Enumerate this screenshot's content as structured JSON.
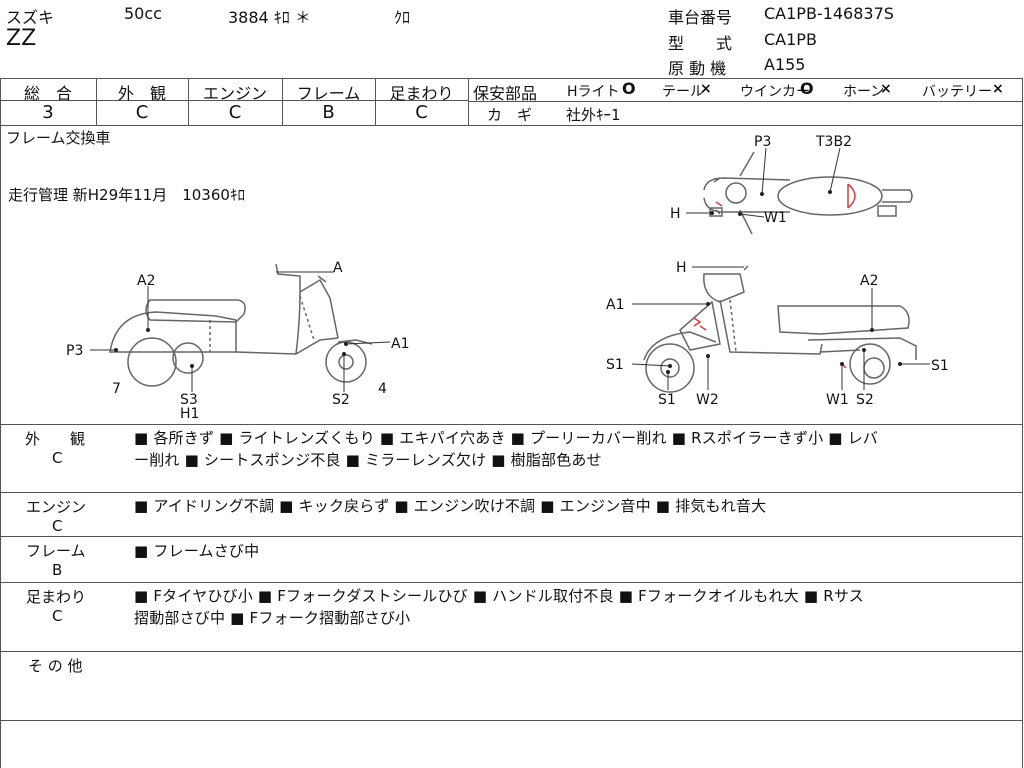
{
  "header": {
    "maker": "スズキ",
    "displacement": "50cc",
    "mileage": "3884 ｷﾛ ＊",
    "color": "ｸﾛ",
    "model": "ZZ",
    "chassis_label": "車台番号",
    "chassis_value": "CA1PB-146837S",
    "type_label": "型　　式",
    "type_value": "CA1PB",
    "engine_label": "原 動 機",
    "engine_value": "A155"
  },
  "grades": {
    "headers": [
      "総　合",
      "外　観",
      "エンジン",
      "フレーム",
      "足まわり"
    ],
    "values": [
      "3",
      "C",
      "C",
      "B",
      "C"
    ]
  },
  "safety": {
    "label": "保安部品",
    "items": [
      {
        "name": "Hライト",
        "mark": "O"
      },
      {
        "name": "テール",
        "mark": "×"
      },
      {
        "name": "ウインカー",
        "mark": "O"
      },
      {
        "name": "ホーン",
        "mark": "×"
      },
      {
        "name": "バッテリー",
        "mark": "×"
      }
    ],
    "key_label": "カ　ギ",
    "key_value": "社外ｷｰ1"
  },
  "notes": {
    "line1": "フレーム交換車",
    "line2": "走行管理 新H29年11月　10360ｷﾛ"
  },
  "diagram_labels": {
    "top": {
      "p3": "P3",
      "t3b2": "T3B2",
      "h": "H",
      "w1": "W1",
      "d_mark": "D"
    },
    "left": {
      "a": "A",
      "a2": "A2",
      "p3": "P3",
      "a1": "A1",
      "n7": "7",
      "s3": "S3",
      "h1": "H1",
      "s2": "S2",
      "n4": "4"
    },
    "right": {
      "h": "H",
      "a2": "A2",
      "a1": "A1",
      "s1_left": "S1",
      "s1_right": "S1",
      "s1_bottom": "S1",
      "w2": "W2",
      "w1": "W1",
      "s2": "S2"
    }
  },
  "sections": [
    {
      "label": "外　　観",
      "grade": "C",
      "lines": [
        "■ 各所きず ■ ライトレンズくもり ■ エキパイ穴あき ■ プーリーカバー削れ ■ Rスポイラーきず小 ■ レバ",
        "ー削れ ■ シートスポンジ不良 ■ ミラーレンズ欠け ■ 樹脂部色あせ"
      ]
    },
    {
      "label": "エンジン",
      "grade": "C",
      "lines": [
        "■ アイドリング不調 ■ キック戻らず ■ エンジン吹け不調 ■ エンジン音中 ■ 排気もれ音大"
      ]
    },
    {
      "label": "フレーム",
      "grade": "B",
      "lines": [
        "■ フレームさび中"
      ]
    },
    {
      "label": "足まわり",
      "grade": "C",
      "lines": [
        "■ Fタイヤひび小 ■ Fフォークダストシールひび ■ ハンドル取付不良 ■ Fフォークオイルもれ大 ■ Rサス",
        "摺動部さび中 ■ Fフォーク摺動部さび小"
      ]
    },
    {
      "label": "そ の 他",
      "grade": "",
      "lines": []
    }
  ]
}
